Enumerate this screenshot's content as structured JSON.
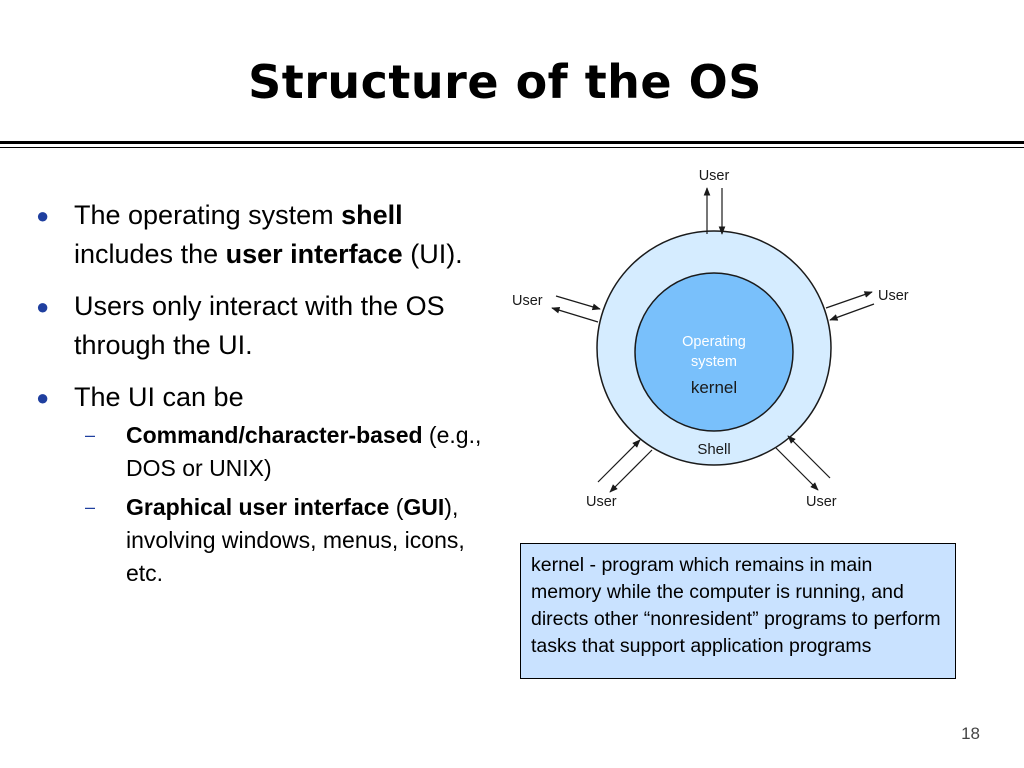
{
  "slide": {
    "title": "Structure of the OS",
    "number": "18"
  },
  "bullets": [
    {
      "parts": [
        {
          "text": "The operating system ",
          "bold": false
        },
        {
          "text": "shell",
          "bold": true
        },
        {
          "text": " includes the ",
          "bold": false
        },
        {
          "text": "user interface",
          "bold": true
        },
        {
          "text": " (UI).",
          "bold": false
        }
      ]
    },
    {
      "parts": [
        {
          "text": "Users only interact with the OS through the UI.",
          "bold": false
        }
      ]
    },
    {
      "parts": [
        {
          "text": "The UI can be",
          "bold": false
        }
      ],
      "subitems": [
        {
          "parts": [
            {
              "text": "Command/character-based",
              "bold": true
            },
            {
              "text": " (e.g., DOS or UNIX)",
              "bold": false
            }
          ]
        },
        {
          "parts": [
            {
              "text": "Graphical user interface",
              "bold": true
            },
            {
              "text": " (",
              "bold": false
            },
            {
              "text": "GUI",
              "bold": true
            },
            {
              "text": "), involving windows, menus, icons, etc.",
              "bold": false
            }
          ]
        }
      ]
    }
  ],
  "diagram": {
    "user_label": "User",
    "kernel_line1": "Operating",
    "kernel_line2": "system",
    "kernel_line3": "kernel",
    "shell_label": "Shell",
    "colors": {
      "shell_fill": "#d5ecff",
      "kernel_fill": "#79c0fb",
      "outline": "#1a1a1a"
    }
  },
  "note": {
    "text": "kernel - program which remains in main memory while the computer is running, and directs other “nonresident” programs to perform tasks that support application programs"
  },
  "colors": {
    "bullet_marker": "#1f3f9f",
    "note_fill": "#c9e2ff"
  }
}
